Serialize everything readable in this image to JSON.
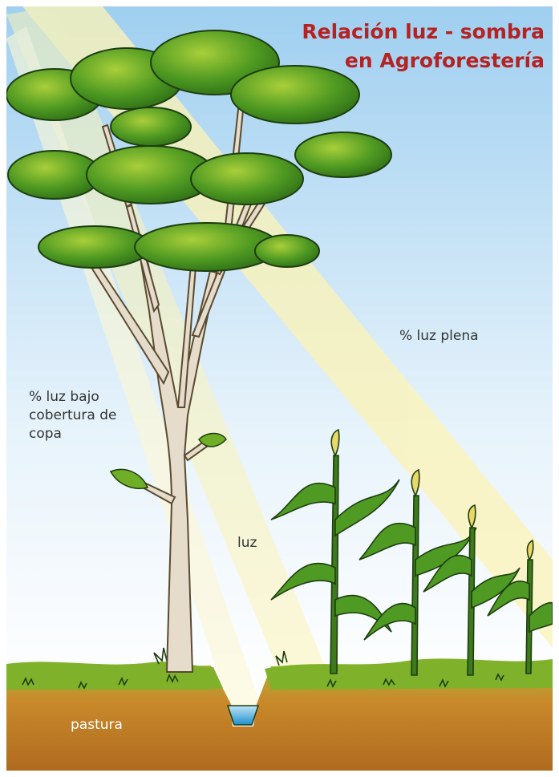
{
  "title": {
    "line1": "Relación luz - sombra",
    "line2": "en Agroforestería"
  },
  "labels": {
    "full_light": "% luz plena",
    "under_canopy_line1": "% luz bajo",
    "under_canopy_line2": "cobertura de",
    "under_canopy_line3": "copa",
    "light": "luz",
    "pasture": "pastura"
  },
  "colors": {
    "title": "#b52222",
    "sky_top": "#9fcff0",
    "sky_bottom": "#ffffff",
    "light_beam": "#fbf3b8",
    "foliage": "#3f8f1e",
    "grass": "#7fb22a",
    "soil": "#c98a2b",
    "water": "#3aa9dd"
  },
  "icons": {
    "tree": "tree-icon",
    "corn": "corn-plant-icon",
    "ditch": "water-ditch-icon"
  }
}
